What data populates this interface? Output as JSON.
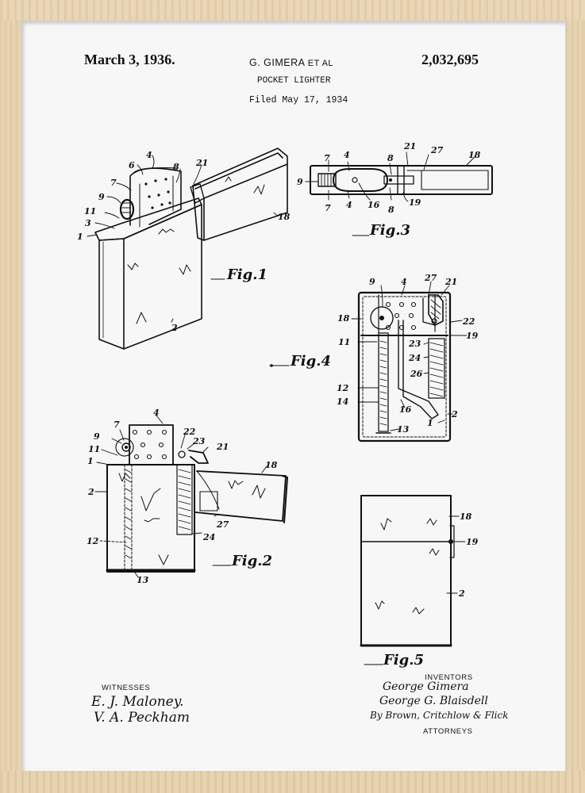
{
  "header": {
    "date": "March 3, 1936.",
    "inventor_name": "G. GIMERA",
    "et_al": "ET AL",
    "patent_number": "2,032,695",
    "title": "POCKET LIGHTER",
    "filed": "Filed May 17, 1934"
  },
  "figures": [
    {
      "label": "Fig.1",
      "refs": [
        "1",
        "2",
        "3",
        "4",
        "6",
        "7",
        "8",
        "9",
        "11",
        "18",
        "21"
      ]
    },
    {
      "label": "Fig.2",
      "refs": [
        "1",
        "2",
        "4",
        "7",
        "9",
        "11",
        "12",
        "13",
        "18",
        "21",
        "22",
        "23",
        "24",
        "27"
      ]
    },
    {
      "label": "Fig.3",
      "refs": [
        "4",
        "7",
        "8",
        "9",
        "16",
        "18",
        "19",
        "21",
        "27"
      ]
    },
    {
      "label": "Fig.4",
      "refs": [
        "1",
        "2",
        "4",
        "9",
        "11",
        "12",
        "13",
        "14",
        "16",
        "18",
        "19",
        "21",
        "22",
        "23",
        "24",
        "26",
        "27"
      ]
    },
    {
      "label": "Fig.5",
      "refs": [
        "2",
        "18",
        "19"
      ]
    }
  ],
  "footer": {
    "witnesses_label": "WITNESSES",
    "witnesses": [
      "E. J. Maloney.",
      "V. A. Peckham"
    ],
    "inventors_label": "INVENTORS",
    "inventors": [
      "George Gimera",
      "George G. Blaisdell"
    ],
    "attorneys_by": "By Brown, Critchlow & Flick",
    "attorneys_label": "ATTORNEYS"
  },
  "colors": {
    "frame": "#e6d2b0",
    "paper": "#f7f7f7",
    "ink": "#111111"
  }
}
